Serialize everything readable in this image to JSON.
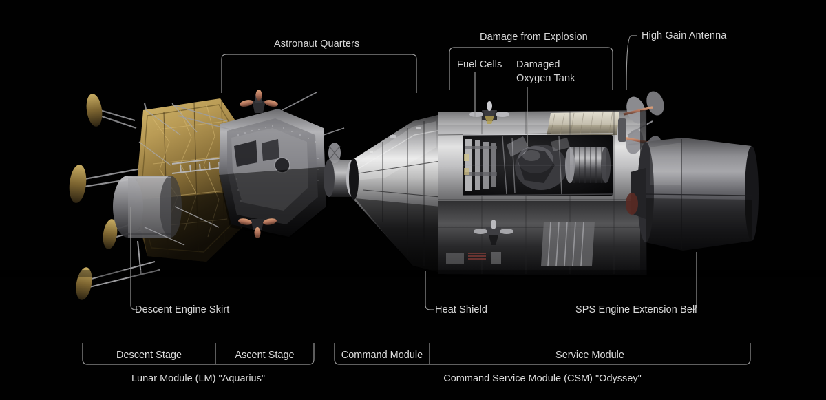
{
  "scene": {
    "title_alt": "Apollo 13 spacecraft stack cutaway diagram",
    "background_color": "#000000",
    "line_color": "#9a9a9a",
    "text_color": "#d7d7d7"
  },
  "callouts": {
    "astronaut_quarters": "Astronaut Quarters",
    "damage_from_explosion": "Damage from Explosion",
    "fuel_cells": "Fuel Cells",
    "damaged_oxygen_tank_line1": "Damaged",
    "damaged_oxygen_tank_line2": "Oxygen Tank",
    "high_gain_antenna": "High Gain Antenna",
    "descent_engine_skirt": "Descent Engine Skirt",
    "heat_shield": "Heat Shield",
    "sps_engine_extension_bell": "SPS Engine Extension Bell"
  },
  "segments": [
    {
      "id": "descent-stage",
      "label": "Descent Stage"
    },
    {
      "id": "ascent-stage",
      "label": "Ascent Stage"
    },
    {
      "id": "command-module",
      "label": "Command Module"
    },
    {
      "id": "service-module",
      "label": "Service Module"
    }
  ],
  "groups": [
    {
      "id": "lunar-module",
      "label": "Lunar Module (LM) \"Aquarius\""
    },
    {
      "id": "command-service-module",
      "label": "Command Service Module (CSM) \"Odyssey\""
    }
  ]
}
